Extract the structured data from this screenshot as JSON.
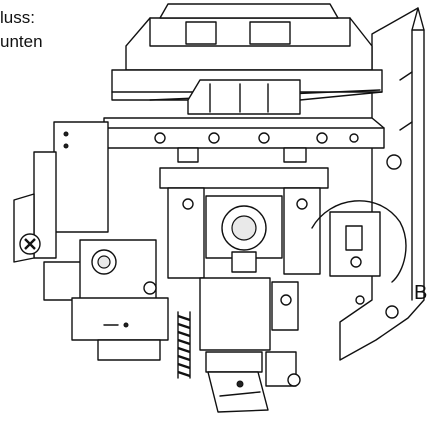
{
  "figure": {
    "caption_lines": [
      "luss:",
      "unten"
    ],
    "callout_label": "B",
    "part_marks": [
      "X"
    ]
  }
}
